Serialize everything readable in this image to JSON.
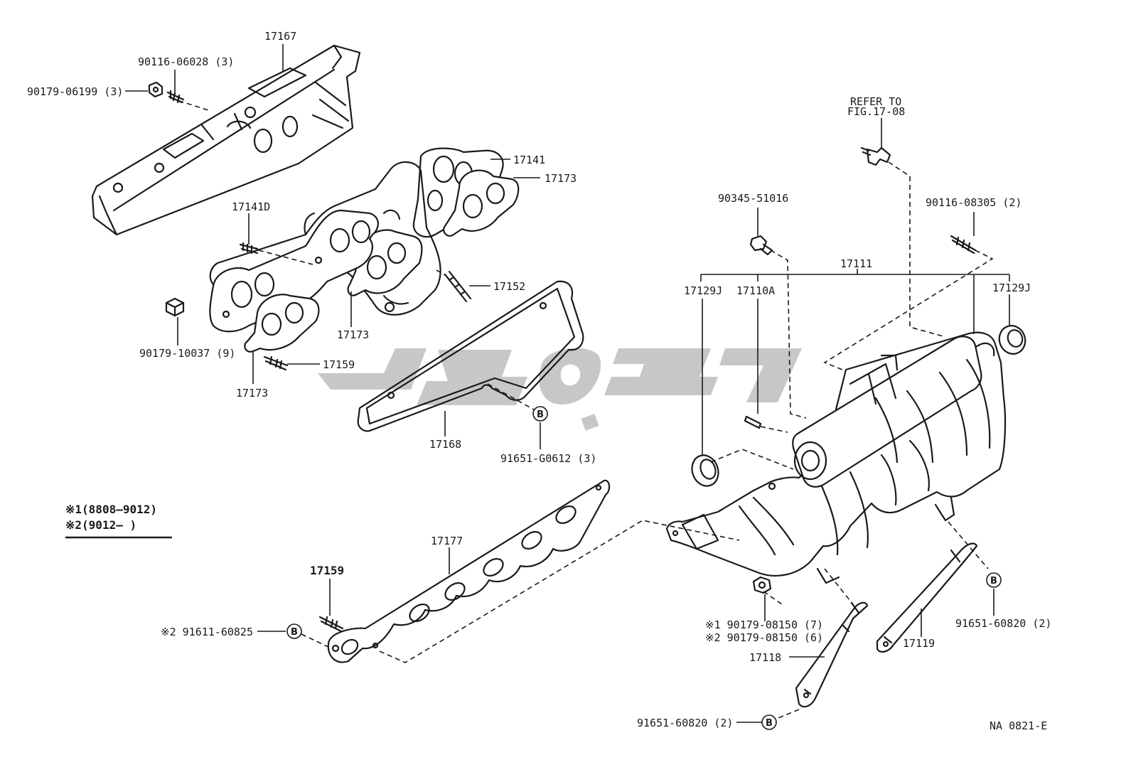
{
  "labels": {
    "p17167": "17167",
    "p90116_06028": "90116-06028 (3)",
    "p90179_06199": "90179-06199 (3)",
    "p17141": "17141",
    "p17173_a": "17173",
    "p17141D": "17141D",
    "p17152": "17152",
    "p90179_10037": "90179-10037 (9)",
    "p17173_b": "17173",
    "p17159_a": "17159",
    "p17173_c": "17173",
    "p17168": "17168",
    "p91651_G0612": "91651-G0612 (3)",
    "refer_to": "REFER TO",
    "fig_ref": "FIG.17-08",
    "p90345_51016": "90345-51016",
    "p90116_08305": "90116-08305 (2)",
    "p17111": "17111",
    "p17129J_a": "17129J",
    "p17110A": "17110A",
    "p17129J_b": "17129J",
    "note_1": "※1(8808–9012)",
    "note_2": "※2(9012–      )",
    "p17177": "17177",
    "p17159_b": "17159",
    "p91611_60825": "※2 91611-60825",
    "p90179_08150_7": "※1 90179-08150 (7)",
    "p90179_08150_6": "※2 90179-08150 (6)",
    "p17118": "17118",
    "p17119": "17119",
    "p91651_60820_a": "91651-60820 (2)",
    "p91651_60820_b": "91651-60820 (2)",
    "fig_code": "NA 0821-E"
  },
  "callout_letter": "B"
}
